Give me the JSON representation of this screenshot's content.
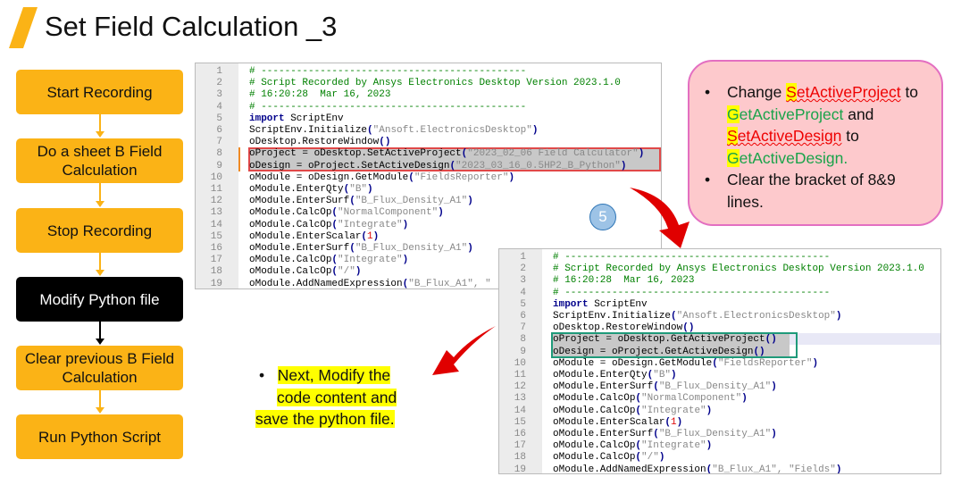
{
  "title": "Set Field Calculation _3",
  "colors": {
    "accent": "#fbb316",
    "dark_step": "#000000",
    "arrow_red": "#e00000",
    "pink_box": "#fdc9cc"
  },
  "steps": [
    "Start Recording",
    "Do a sheet B Field Calculation",
    "Stop Recording",
    "Modify Python file",
    "Clear previous B Field Calculation",
    "Run Python Script"
  ],
  "step_badge": "5",
  "original_code": [
    [
      [
        "# ---------------------------------------------",
        "com"
      ]
    ],
    [
      [
        "# Script Recorded by Ansys Electronics Desktop Version 2023.1.0",
        "com"
      ]
    ],
    [
      [
        "# 16:20:28  Mar 16, 2023",
        "com"
      ]
    ],
    [
      [
        "# ---------------------------------------------",
        "com"
      ]
    ],
    [
      [
        "import",
        "kw"
      ],
      [
        " ScriptEnv",
        ""
      ]
    ],
    [
      [
        "ScriptEnv.Initialize",
        ""
      ],
      [
        "(",
        "p"
      ],
      [
        "\"Ansoft.ElectronicsDesktop\"",
        "str"
      ],
      [
        ")",
        "p"
      ]
    ],
    [
      [
        "oDesktop.RestoreWindow",
        ""
      ],
      [
        "()",
        "p"
      ]
    ],
    [
      [
        "oProject = oDesktop.SetActiveProject",
        ""
      ],
      [
        "(",
        "p"
      ],
      [
        "\"2023_02_06 Field Calculator\"",
        "str"
      ],
      [
        ")",
        "p"
      ]
    ],
    [
      [
        "oDesign = oProject.SetActiveDesign",
        ""
      ],
      [
        "(",
        "p"
      ],
      [
        "\"2023_03_16_0.5HP2_B_Python\"",
        "str"
      ],
      [
        ")",
        "p"
      ]
    ],
    [
      [
        "oModule = oDesign.GetModule",
        ""
      ],
      [
        "(",
        "p"
      ],
      [
        "\"FieldsReporter\"",
        "str"
      ],
      [
        ")",
        "p"
      ]
    ],
    [
      [
        "oModule.EnterQty",
        ""
      ],
      [
        "(",
        "p"
      ],
      [
        "\"B\"",
        "str"
      ],
      [
        ")",
        "p"
      ]
    ],
    [
      [
        "oModule.EnterSurf",
        ""
      ],
      [
        "(",
        "p"
      ],
      [
        "\"B_Flux_Density_A1\"",
        "str"
      ],
      [
        ")",
        "p"
      ]
    ],
    [
      [
        "oModule.CalcOp",
        ""
      ],
      [
        "(",
        "p"
      ],
      [
        "\"NormalComponent\"",
        "str"
      ],
      [
        ")",
        "p"
      ]
    ],
    [
      [
        "oModule.CalcOp",
        ""
      ],
      [
        "(",
        "p"
      ],
      [
        "\"Integrate\"",
        "str"
      ],
      [
        ")",
        "p"
      ]
    ],
    [
      [
        "oModule.EnterScalar",
        ""
      ],
      [
        "(",
        "p"
      ],
      [
        "1",
        "num"
      ],
      [
        ")",
        "p"
      ]
    ],
    [
      [
        "oModule.EnterSurf",
        ""
      ],
      [
        "(",
        "p"
      ],
      [
        "\"B_Flux_Density_A1\"",
        "str"
      ],
      [
        ")",
        "p"
      ]
    ],
    [
      [
        "oModule.CalcOp",
        ""
      ],
      [
        "(",
        "p"
      ],
      [
        "\"Integrate\"",
        "str"
      ],
      [
        ")",
        "p"
      ]
    ],
    [
      [
        "oModule.CalcOp",
        ""
      ],
      [
        "(",
        "p"
      ],
      [
        "\"/\"",
        "str"
      ],
      [
        ")",
        "p"
      ]
    ],
    [
      [
        "oModule.AddNamedExpression",
        ""
      ],
      [
        "(",
        "p"
      ],
      [
        "\"B_Flux_A1\", \"",
        "str"
      ]
    ]
  ],
  "modified_code": [
    [
      [
        "# ---------------------------------------------",
        "com"
      ]
    ],
    [
      [
        "# Script Recorded by Ansys Electronics Desktop Version 2023.1.0",
        "com"
      ]
    ],
    [
      [
        "# 16:20:28  Mar 16, 2023",
        "com"
      ]
    ],
    [
      [
        "# ---------------------------------------------",
        "com"
      ]
    ],
    [
      [
        "import",
        "kw"
      ],
      [
        " ScriptEnv",
        ""
      ]
    ],
    [
      [
        "ScriptEnv.Initialize",
        ""
      ],
      [
        "(",
        "p"
      ],
      [
        "\"Ansoft.ElectronicsDesktop\"",
        "str"
      ],
      [
        ")",
        "p"
      ]
    ],
    [
      [
        "oDesktop.RestoreWindow",
        ""
      ],
      [
        "()",
        "p"
      ]
    ],
    [
      [
        "oProject = oDesktop.GetActiveProject",
        ""
      ],
      [
        "()",
        "p"
      ]
    ],
    [
      [
        "oDesign = oProject.GetActiveDesign",
        ""
      ],
      [
        "()",
        "p"
      ]
    ],
    [
      [
        "oModule = oDesign.GetModule",
        ""
      ],
      [
        "(",
        "p"
      ],
      [
        "\"FieldsReporter\"",
        "str"
      ],
      [
        ")",
        "p"
      ]
    ],
    [
      [
        "oModule.EnterQty",
        ""
      ],
      [
        "(",
        "p"
      ],
      [
        "\"B\"",
        "str"
      ],
      [
        ")",
        "p"
      ]
    ],
    [
      [
        "oModule.EnterSurf",
        ""
      ],
      [
        "(",
        "p"
      ],
      [
        "\"B_Flux_Density_A1\"",
        "str"
      ],
      [
        ")",
        "p"
      ]
    ],
    [
      [
        "oModule.CalcOp",
        ""
      ],
      [
        "(",
        "p"
      ],
      [
        "\"NormalComponent\"",
        "str"
      ],
      [
        ")",
        "p"
      ]
    ],
    [
      [
        "oModule.CalcOp",
        ""
      ],
      [
        "(",
        "p"
      ],
      [
        "\"Integrate\"",
        "str"
      ],
      [
        ")",
        "p"
      ]
    ],
    [
      [
        "oModule.EnterScalar",
        ""
      ],
      [
        "(",
        "p"
      ],
      [
        "1",
        "num"
      ],
      [
        ")",
        "p"
      ]
    ],
    [
      [
        "oModule.EnterSurf",
        ""
      ],
      [
        "(",
        "p"
      ],
      [
        "\"B_Flux_Density_A1\"",
        "str"
      ],
      [
        ")",
        "p"
      ]
    ],
    [
      [
        "oModule.CalcOp",
        ""
      ],
      [
        "(",
        "p"
      ],
      [
        "\"Integrate\"",
        "str"
      ],
      [
        ")",
        "p"
      ]
    ],
    [
      [
        "oModule.CalcOp",
        ""
      ],
      [
        "(",
        "p"
      ],
      [
        "\"/\"",
        "str"
      ],
      [
        ")",
        "p"
      ]
    ],
    [
      [
        "oModule.AddNamedExpression",
        ""
      ],
      [
        "(",
        "p"
      ],
      [
        "\"B_Flux_A1\", \"Fields\"",
        "str"
      ],
      [
        ")",
        "p"
      ]
    ]
  ],
  "instructions": {
    "b1_pre": "Change ",
    "b1_s1a": "S",
    "b1_s1b": "etActiveProject",
    "b1_to1": " to ",
    "b1_g1a": "G",
    "b1_g1b": "etActiveProject",
    "b1_and": " and ",
    "b1_s2a": "S",
    "b1_s2b": "etActiveDesign",
    "b1_to2": " to ",
    "b1_g2a": "G",
    "b1_g2b": "etActiveDesign.",
    "b2": "Clear the bracket of 8&9 lines."
  },
  "next_note": {
    "line1": "Next, Modify the",
    "line2": "code content and",
    "line3": "save the python file."
  }
}
